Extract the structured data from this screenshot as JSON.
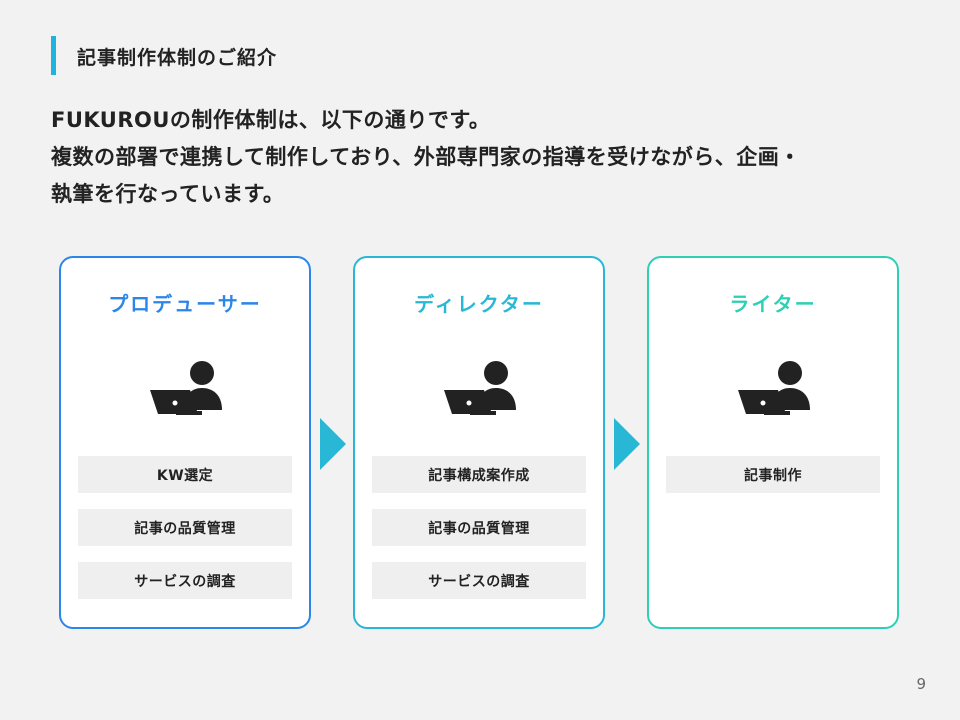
{
  "header": {
    "title": "記事制作体制のご紹介"
  },
  "intro": {
    "lines": [
      "FUKUROUの制作体制は、以下の通りです。",
      "複数の部署で連携して制作しており、外部専門家の指導を受けながら、企画・",
      "執筆を行なっています。"
    ]
  },
  "cards": [
    {
      "title": "プロデューサー",
      "icon": "person-laptop-icon",
      "color": "#2c86ea",
      "tasks": [
        "KW選定",
        "記事の品質管理",
        "サービスの調査"
      ]
    },
    {
      "title": "ディレクター",
      "icon": "person-laptop-icon",
      "color": "#29b7d6",
      "tasks": [
        "記事構成案作成",
        "記事の品質管理",
        "サービスの調査"
      ]
    },
    {
      "title": "ライター",
      "icon": "person-laptop-icon",
      "color": "#2ed0b5",
      "tasks": [
        "記事制作"
      ]
    }
  ],
  "arrow_color": "#29b7d6",
  "page_number": "9"
}
